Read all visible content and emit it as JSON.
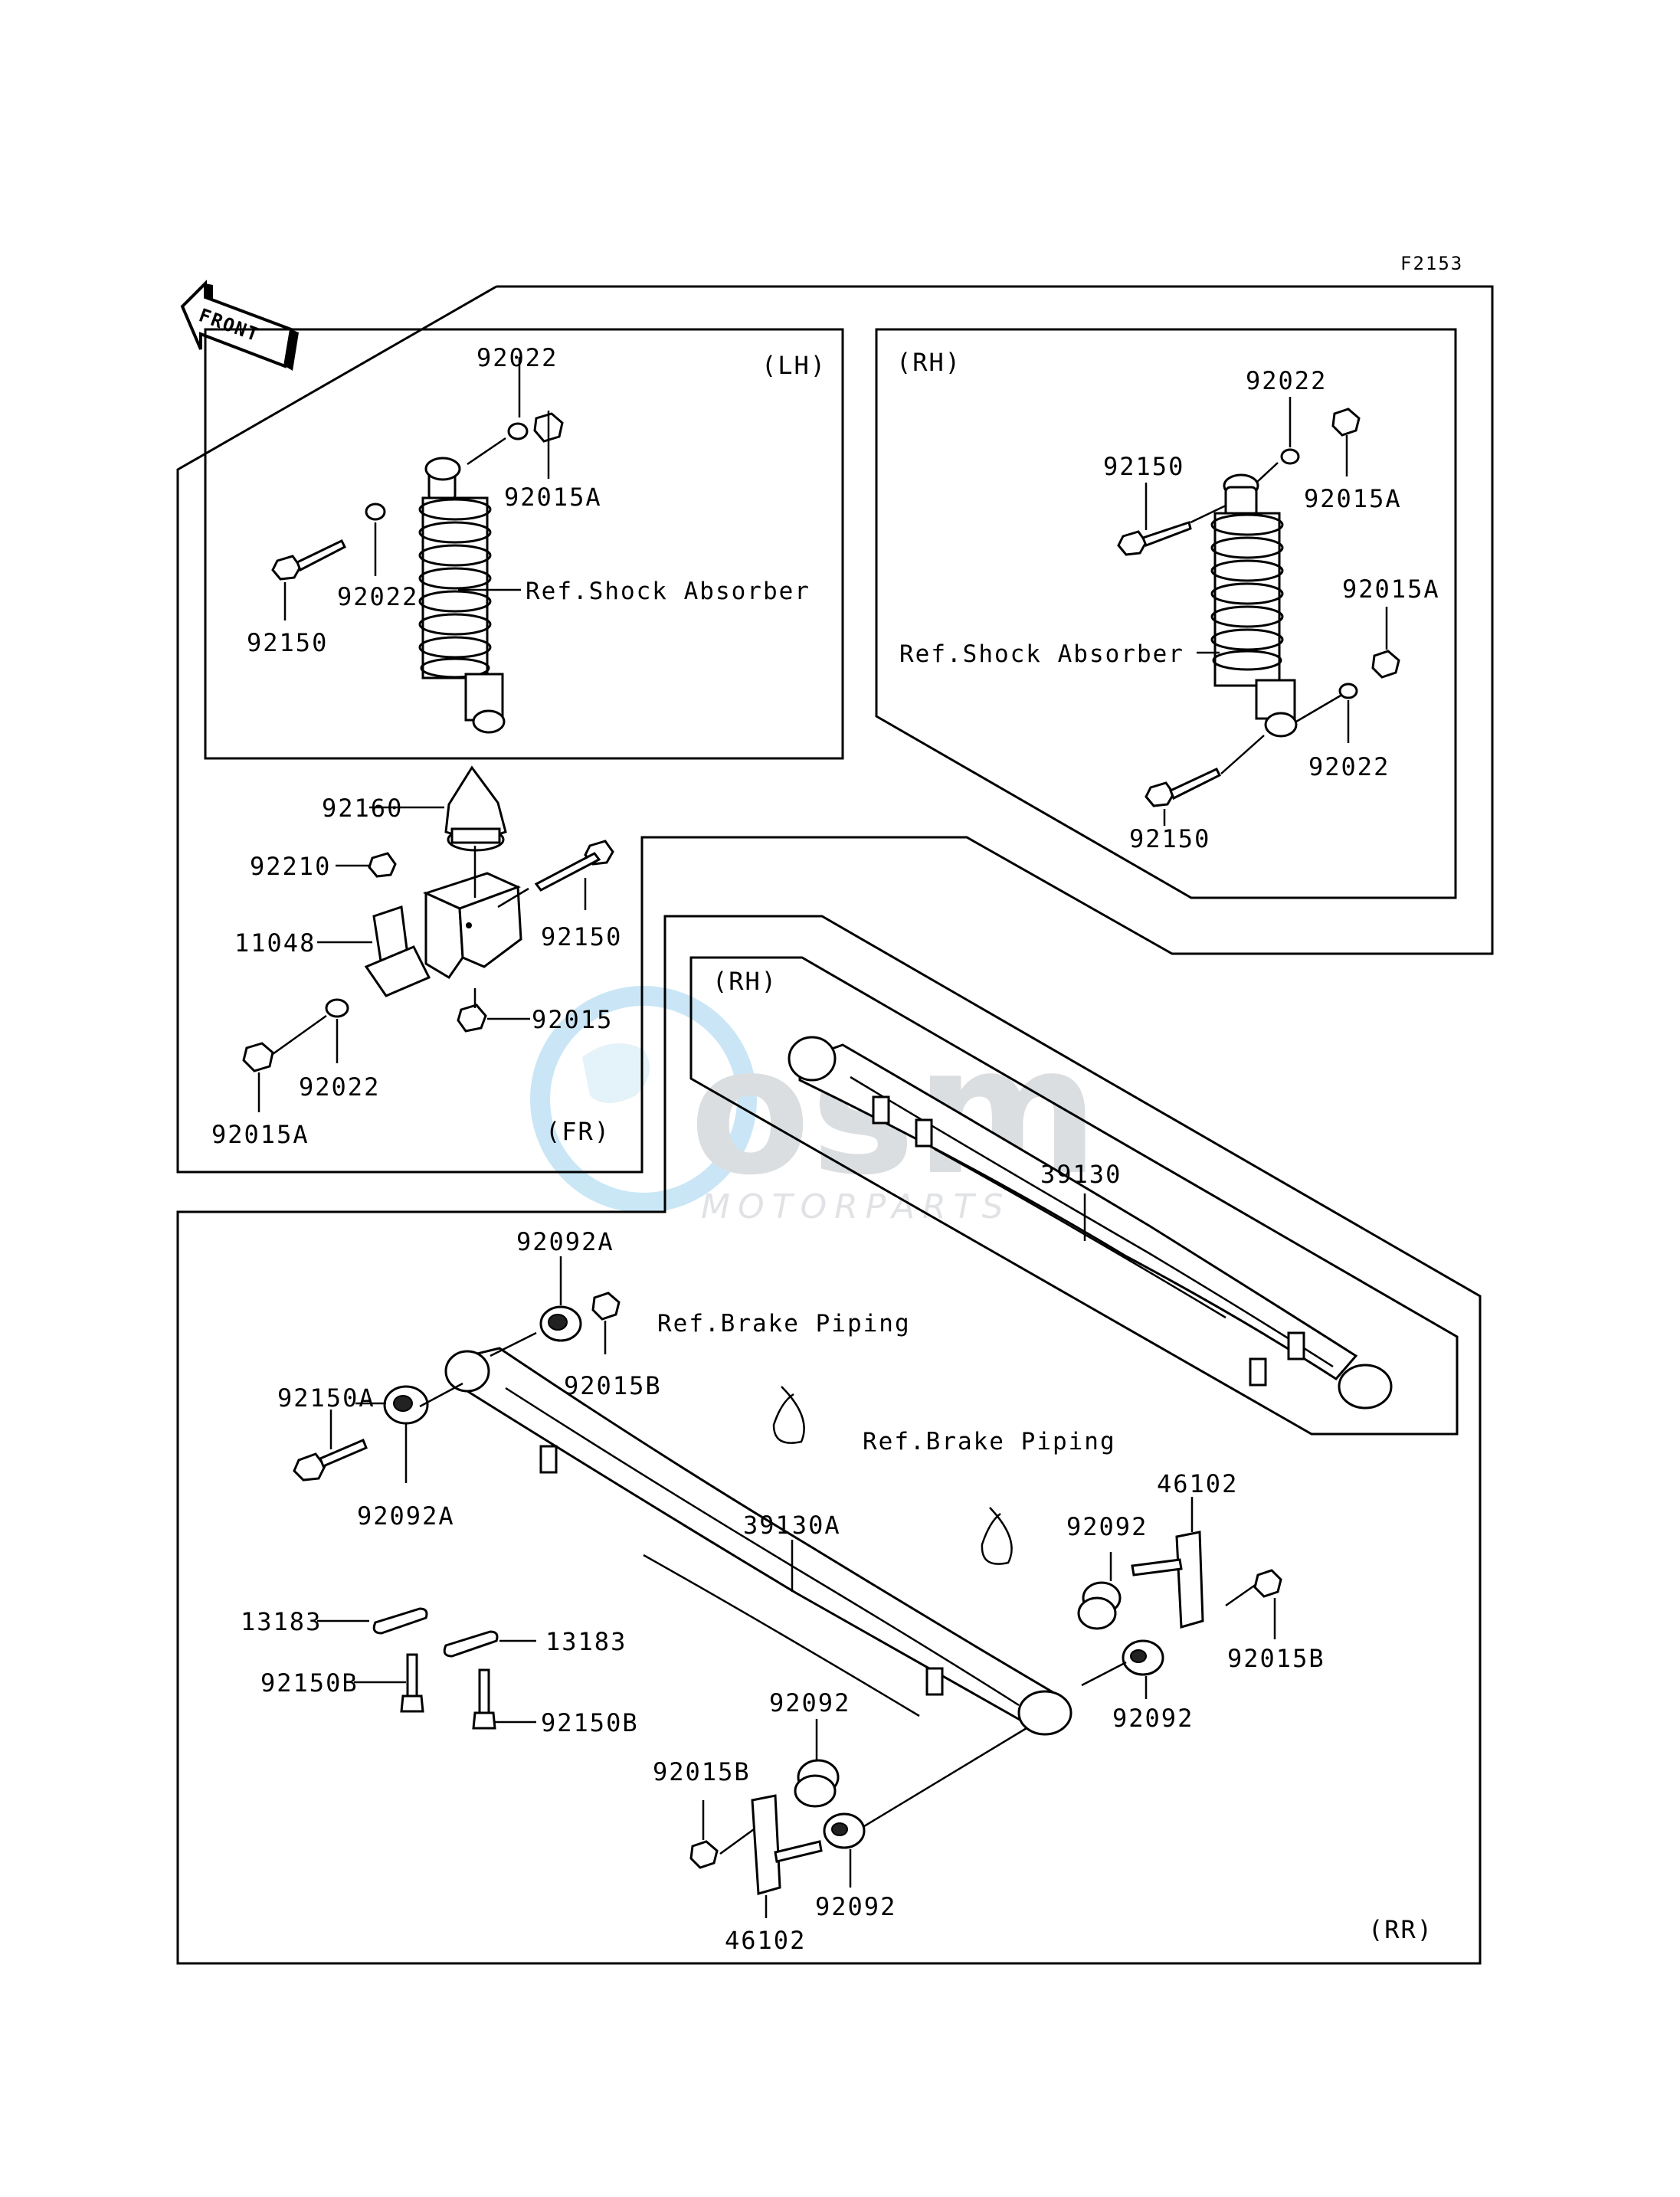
{
  "figure_code": "F2153",
  "front_arrow_label": "FRONT",
  "watermark": {
    "brand": "osm",
    "sub": "MOTORPARTS"
  },
  "groups": {
    "lh": "(LH)",
    "rh_shock": "(RH)",
    "fr": "(FR)",
    "rh_spring": "(RH)",
    "rr": "(RR)"
  },
  "lh_labels": {
    "washer_top": "92022",
    "nut_top": "92015A",
    "washer_mid": "92022",
    "bolt": "92150",
    "ref": "Ref.Shock Absorber"
  },
  "rh_labels": {
    "washer_top": "92022",
    "bolt_top": "92150",
    "nut_top": "92015A",
    "nut_mid": "92015A",
    "ref": "Ref.Shock Absorber",
    "washer_bottom": "92022",
    "bolt_bottom": "92150"
  },
  "fr_labels": {
    "stopper": "92160",
    "nut_small": "92210",
    "bracket": "11048",
    "bolt": "92150",
    "nut": "92015",
    "washer": "92022",
    "nut_a": "92015A"
  },
  "rh_spring_labels": {
    "spring": "39130"
  },
  "rr_labels": {
    "bushing_top": "92092A",
    "nut_top": "92015B",
    "brake_ref_1": "Ref.Brake Piping",
    "bolt_a": "92150A",
    "bushing_left": "92092A",
    "brake_ref_2": "Ref.Brake Piping",
    "shackle_top": "46102",
    "spring": "39130A",
    "bushing_r1": "92092",
    "plate_1": "13183",
    "plate_2": "13183",
    "bolt_b1": "92150B",
    "bolt_b2": "92150B",
    "nut_right": "92015B",
    "bushing_r2": "92092",
    "bushing_low1": "92092",
    "nut_left": "92015B",
    "bushing_low2": "92092",
    "shackle_bottom": "46102"
  }
}
